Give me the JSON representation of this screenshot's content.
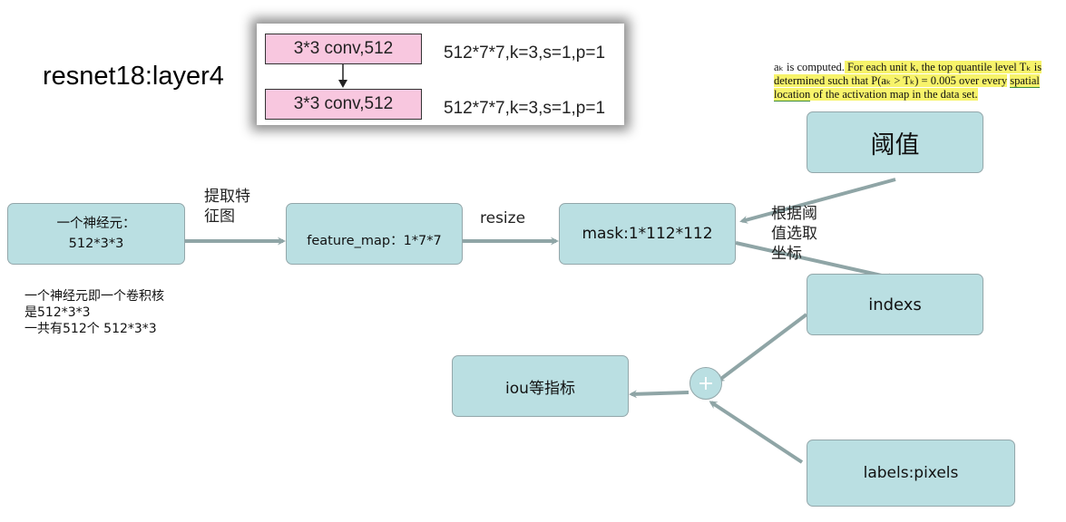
{
  "title": "resnet18:layer4",
  "layer_block": {
    "conv1_label": "3*3 conv,512",
    "conv1_spec": "512*7*7,k=3,s=1,p=1",
    "conv2_label": "3*3 conv,512",
    "conv2_spec": "512*7*7,k=3,s=1,p=1"
  },
  "paper_note": {
    "prefix": "aₖ is computed.",
    "highlight1": " For each unit k, the top quantile level Tₖ is determined such that P(aₖ > Tₖ) = 0.005 over every",
    "underlined": "spatial location",
    "highlight2": " of the activation map in the data set."
  },
  "nodes": {
    "neuron_line1": "一个神经元：",
    "neuron_line2": "512*3*3",
    "feature_map": "feature_map：1*7*7",
    "mask": "mask:1*112*112",
    "threshold": "阈值",
    "indexs": "indexs",
    "iou": "iou等指标",
    "labels": "labels:pixels",
    "plus": "+"
  },
  "edge_labels": {
    "extract_line1": "提取特",
    "extract_line2": "征图",
    "resize": "resize",
    "select_line1": "根据阈",
    "select_line2": "值选取",
    "select_line3": "坐标"
  },
  "note": {
    "line1": "一个神经元即一个卷积核",
    "line2": "是512*3*3",
    "line3": "一共有512个 512*3*3"
  },
  "colors": {
    "node_fill": "#badfe2",
    "node_border": "#93a7aa",
    "arrow": "#8fa5a6",
    "conv_fill": "#f8c7df",
    "highlight": "#f7f36a"
  }
}
